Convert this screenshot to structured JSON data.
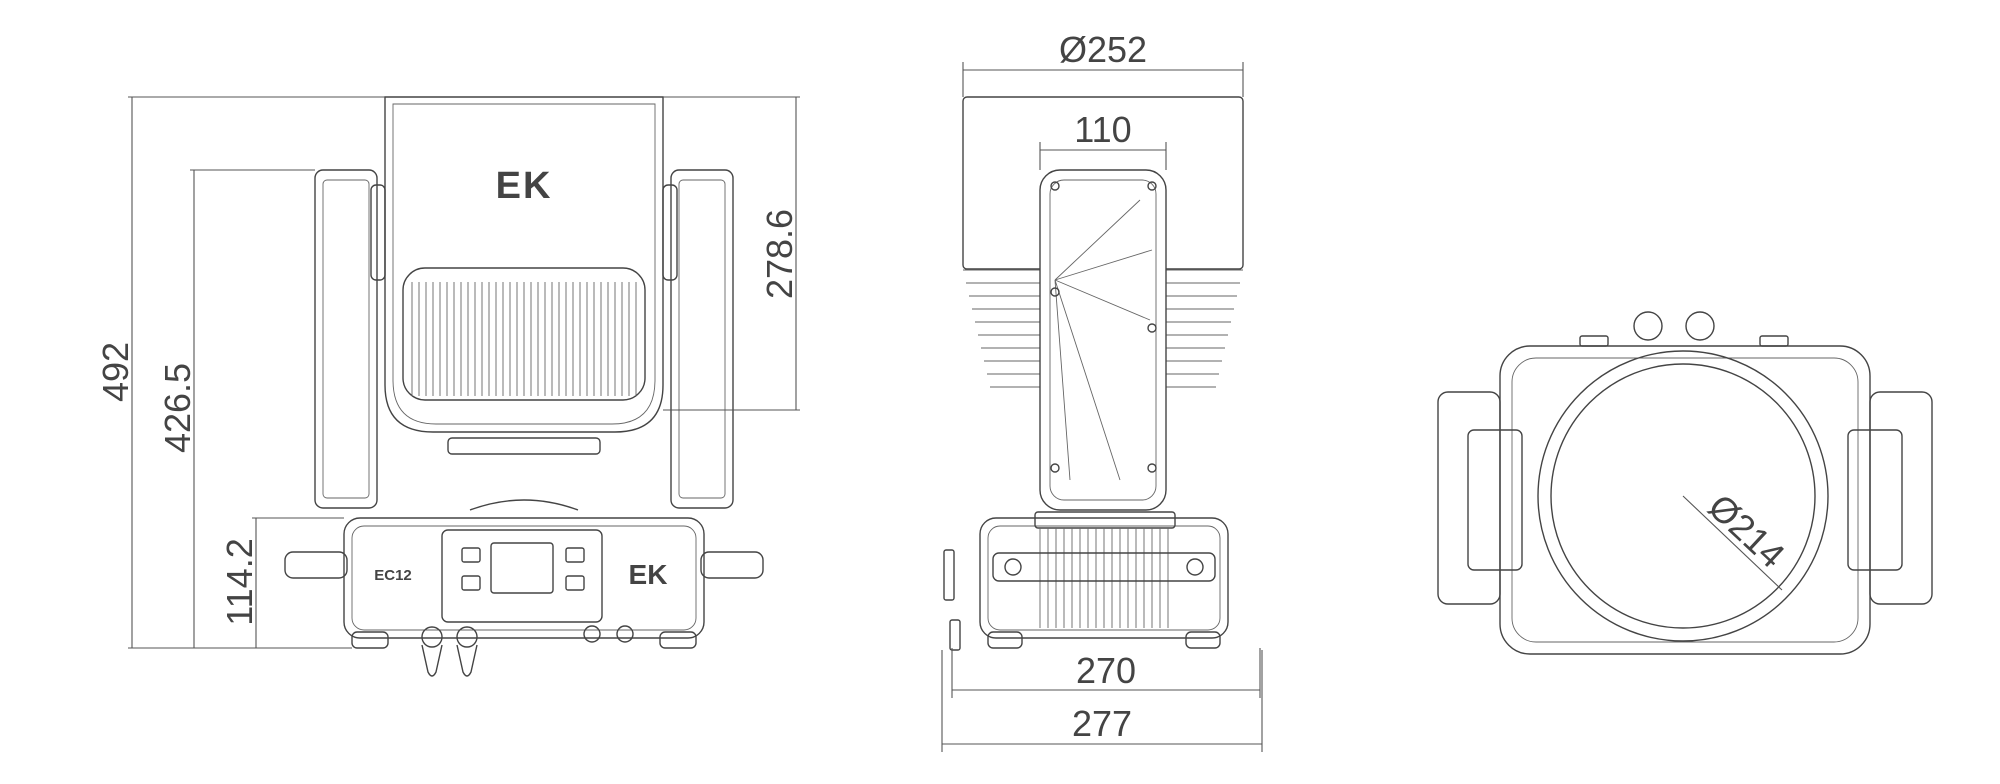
{
  "front_view": {
    "dimensions": {
      "total_height": "492",
      "arm_height": "426.5",
      "head_height": "278.6",
      "base_height": "114.2"
    },
    "brand_logo": "EK",
    "model_label": "EC12"
  },
  "side_view": {
    "dimensions": {
      "head_diameter": "Ø252",
      "yoke_width": "110",
      "base_width": "270",
      "overall_width": "277"
    }
  },
  "bottom_view": {
    "dimensions": {
      "lens_diameter": "Ø214"
    }
  }
}
